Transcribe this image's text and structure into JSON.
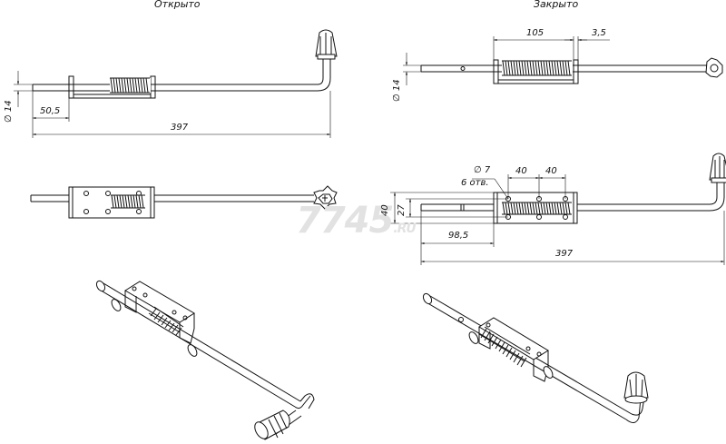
{
  "views": {
    "open_title": "Открыто",
    "closed_title": "Закрыто"
  },
  "dimensions": {
    "open_diameter": "∅ 14",
    "open_offset": "50,5",
    "open_length": "397",
    "closed_spring": "105",
    "closed_gap": "3,5",
    "closed_diameter": "∅ 14",
    "hole_diameter": "∅ 7",
    "hole_count": "6 отв.",
    "hole_pitch_1": "40",
    "hole_pitch_2": "40",
    "plate_height": "40",
    "plate_inner": "27",
    "plate_offset": "98,5",
    "closed_length": "397"
  },
  "watermark": {
    "main": "7745",
    "suffix": ".RU"
  }
}
